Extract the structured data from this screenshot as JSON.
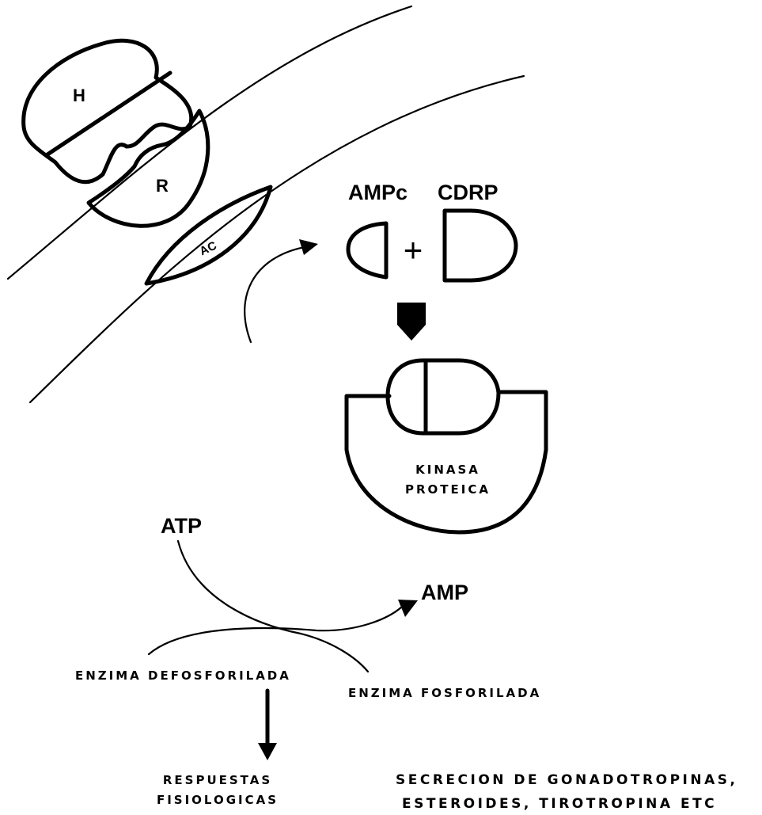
{
  "labels": {
    "hormone": "H",
    "receptor": "R",
    "adenylate_cyclase": "AC",
    "camp": "AMPc",
    "cdrp": "CDRP",
    "plus": "+",
    "kinase_line1": "KINASA",
    "kinase_line2": "PROTEICA",
    "atp": "ATP",
    "amp": "AMP",
    "dephosphorylated_enzyme": "ENZIMA DEFOSFORILADA",
    "phosphorylated_enzyme": "ENZIMA FOSFORILADA",
    "responses_line1": "RESPUESTAS",
    "responses_line2": "FISIOLOGICAS",
    "secretion_line1": "SECRECION DE GONADOTROPINAS,",
    "secretion_line2": "ESTEROIDES, TIROTROPINA ETC"
  },
  "colors": {
    "ink": "#000000",
    "background": "#ffffff"
  }
}
